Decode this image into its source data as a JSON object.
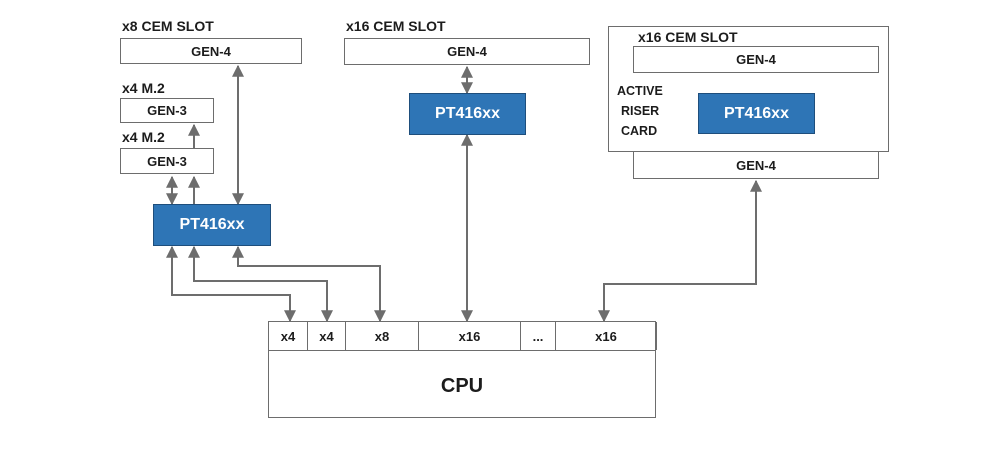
{
  "slots": {
    "x8_cem": {
      "title": "x8 CEM SLOT",
      "gen": "GEN-4"
    },
    "m2_top": {
      "title": "x4 M.2",
      "gen": "GEN-3"
    },
    "m2_bottom": {
      "title": "x4 M.2",
      "gen": "GEN-3"
    },
    "x16_cem_mid": {
      "title": "x16 CEM SLOT",
      "gen": "GEN-4"
    },
    "riser": {
      "slot_title": "x16 CEM SLOT",
      "slot_gen": "GEN-4",
      "label_lines": [
        "ACTIVE",
        "RISER",
        "CARD"
      ],
      "edge_gen": "GEN-4"
    }
  },
  "retimers": {
    "left": "PT416xx",
    "mid": "PT416xx",
    "riser": "PT416xx"
  },
  "cpu": {
    "label": "CPU",
    "lanes": [
      "x4",
      "x4",
      "x8",
      "x16",
      "...",
      "x16"
    ]
  },
  "colors": {
    "retimer_fill": "#2e75b6",
    "line": "#6d6d6d"
  }
}
